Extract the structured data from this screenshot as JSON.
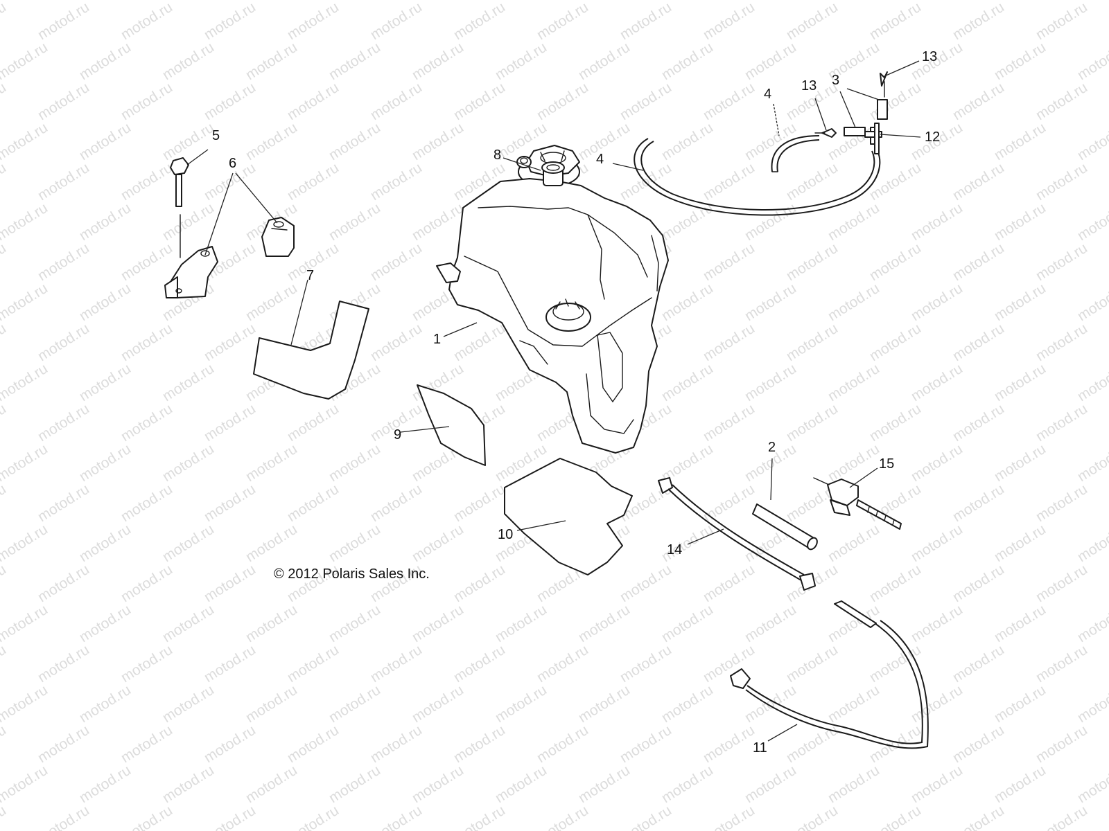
{
  "watermark": {
    "text": "motod.ru",
    "color": "#dcdcdc"
  },
  "copyright": "© 2012 Polaris Sales Inc.",
  "callouts": {
    "c1": "1",
    "c2": "2",
    "c3": "3",
    "c4a": "4",
    "c4b": "4",
    "c5": "5",
    "c6": "6",
    "c7": "7",
    "c8": "8",
    "c9": "9",
    "c10": "10",
    "c11": "11",
    "c12": "12",
    "c13a": "13",
    "c13b": "13",
    "c14": "14",
    "c15": "15"
  }
}
